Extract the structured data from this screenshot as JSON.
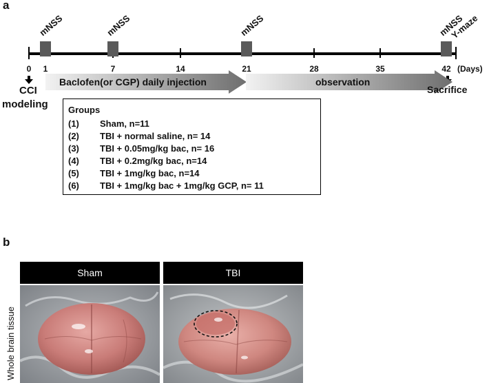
{
  "panel_a": {
    "label": "a",
    "ticks": [
      "0",
      "1",
      "7",
      "14",
      "21",
      "28",
      "35",
      "42"
    ],
    "days_label": "(Days)",
    "mnss_labels": [
      "mNSS",
      "mNSS",
      "mNSS",
      "mNSS"
    ],
    "ymaze_label": "Y-maze",
    "cci_line1": "CCI",
    "cci_line2": "modeling",
    "injection_label": "Baclofen(or CGP) daily injection",
    "observation_label": "observation",
    "sacrifice_label": "Sacrifice",
    "groups_title": "Groups",
    "groups": [
      {
        "num": "(1)",
        "text": "Sham, n=11"
      },
      {
        "num": "(2)",
        "text": "TBI + normal saline, n= 14"
      },
      {
        "num": "(3)",
        "text": "TBI + 0.05mg/kg bac, n= 16"
      },
      {
        "num": "(4)",
        "text": "TBI + 0.2mg/kg bac, n=14"
      },
      {
        "num": "(5)",
        "text": "TBI + 1mg/kg bac, n=14"
      },
      {
        "num": "(6)",
        "text": "TBI + 1mg/kg bac + 1mg/kg GCP, n= 11"
      }
    ]
  },
  "panel_b": {
    "label": "b",
    "side_label": "Whole brain tissue",
    "headers": [
      "Sham",
      "TBI"
    ]
  }
}
